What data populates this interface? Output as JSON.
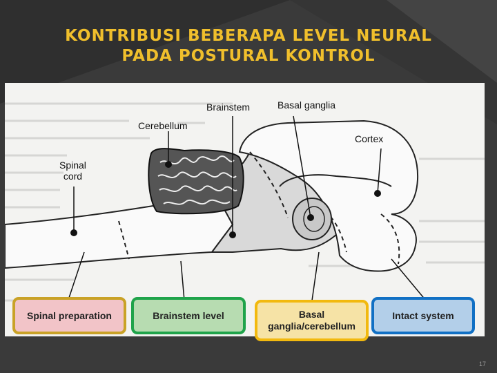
{
  "title": {
    "line1": "KONTRIBUSI BEBERAPA LEVEL NEURAL",
    "line2": "PADA POSTURAL KONTROL"
  },
  "labels": {
    "brainstem": "Brainstem",
    "basal_ganglia": "Basal ganglia",
    "cerebellum": "Cerebellum",
    "cortex": "Cortex",
    "spinal_cord_1": "Spinal",
    "spinal_cord_2": "cord"
  },
  "levels": [
    {
      "label": "Spinal preparation",
      "border": "#c9a227",
      "fill": "#f2c4c8"
    },
    {
      "label": "Brainstem level",
      "border": "#1fa34a",
      "fill": "#b7dcb1"
    },
    {
      "label_line1": "Basal",
      "label_line2": "ganglia/cerebellum",
      "border": "#f2b90f",
      "fill": "#f6e3a6"
    },
    {
      "label": "Intact system",
      "border": "#1170c4",
      "fill": "#b3cfe9"
    }
  ],
  "page_number": "17",
  "colors": {
    "title": "#f0bf2c",
    "background": "#3a3a3a"
  }
}
